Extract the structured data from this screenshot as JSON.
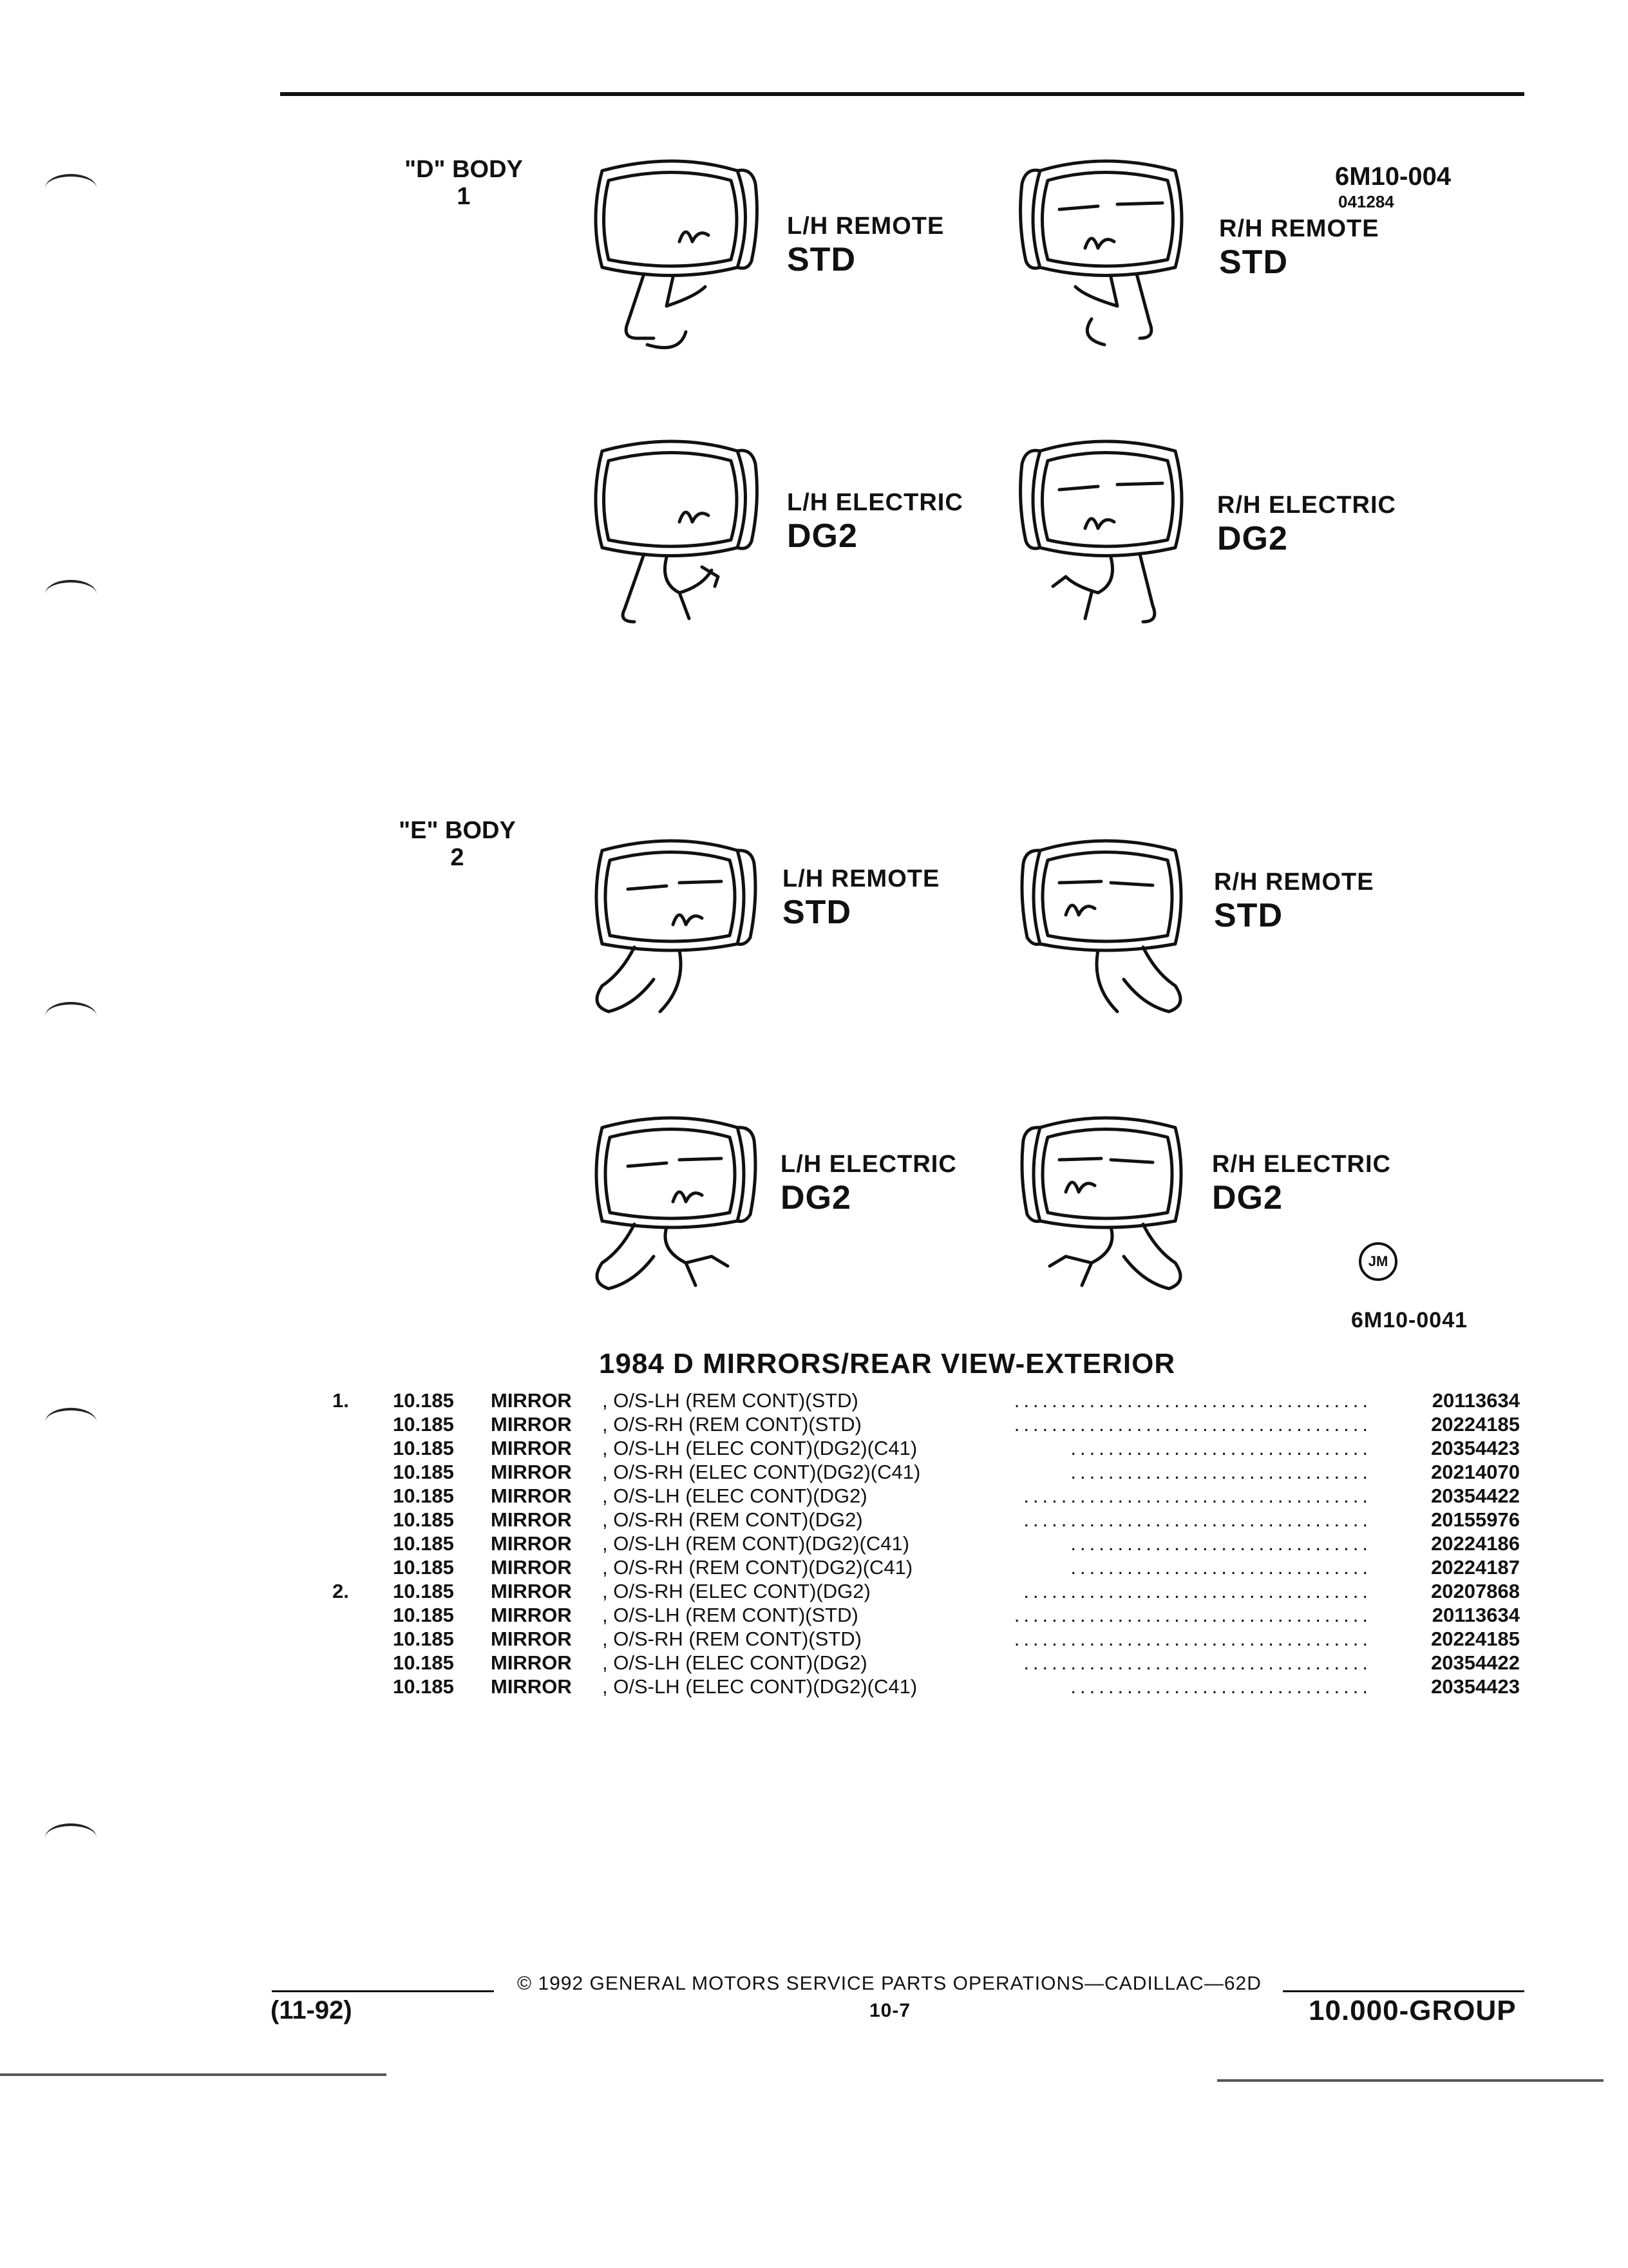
{
  "header": {
    "code_main": "6M10-004",
    "code_sub": "041284"
  },
  "d_body": {
    "label": "\"D\" BODY",
    "number": "1",
    "mirrors": [
      {
        "side": "L/H REMOTE",
        "code": "STD"
      },
      {
        "side": "R/H REMOTE",
        "code": "STD"
      },
      {
        "side": "L/H ELECTRIC",
        "code": "DG2"
      },
      {
        "side": "R/H ELECTRIC",
        "code": "DG2"
      }
    ]
  },
  "e_body": {
    "label": "\"E\" BODY",
    "number": "2",
    "mirrors": [
      {
        "side": "L/H REMOTE",
        "code": "STD"
      },
      {
        "side": "R/H REMOTE",
        "code": "STD"
      },
      {
        "side": "L/H ELECTRIC",
        "code": "DG2"
      },
      {
        "side": "R/H ELECTRIC",
        "code": "DG2"
      }
    ]
  },
  "illustrator_mark": "JM",
  "illustration_code": "6M10-0041",
  "section_title": "1984 D MIRRORS/REAR VIEW-EXTERIOR",
  "parts": [
    {
      "index": "1.",
      "group": "10.185",
      "name": "MIRROR",
      "desc": ", O/S-LH (REM CONT)(STD)",
      "part": "20113634"
    },
    {
      "index": "",
      "group": "10.185",
      "name": "MIRROR",
      "desc": ", O/S-RH (REM CONT)(STD)",
      "part": "20224185"
    },
    {
      "index": "",
      "group": "10.185",
      "name": "MIRROR",
      "desc": ", O/S-LH (ELEC CONT)(DG2)(C41)",
      "part": "20354423"
    },
    {
      "index": "",
      "group": "10.185",
      "name": "MIRROR",
      "desc": ", O/S-RH (ELEC CONT)(DG2)(C41)",
      "part": "20214070"
    },
    {
      "index": "",
      "group": "10.185",
      "name": "MIRROR",
      "desc": ", O/S-LH (ELEC CONT)(DG2)",
      "part": "20354422"
    },
    {
      "index": "",
      "group": "10.185",
      "name": "MIRROR",
      "desc": ", O/S-RH (REM CONT)(DG2)",
      "part": "20155976"
    },
    {
      "index": "",
      "group": "10.185",
      "name": "MIRROR",
      "desc": ", O/S-LH (REM CONT)(DG2)(C41)",
      "part": "20224186"
    },
    {
      "index": "",
      "group": "10.185",
      "name": "MIRROR",
      "desc": ", O/S-RH (REM CONT)(DG2)(C41)",
      "part": "20224187"
    },
    {
      "index": "2.",
      "group": "10.185",
      "name": "MIRROR",
      "desc": ", O/S-RH (ELEC CONT)(DG2)",
      "part": "20207868"
    },
    {
      "index": "",
      "group": "10.185",
      "name": "MIRROR",
      "desc": ", O/S-LH (REM CONT)(STD)",
      "part": "20113634"
    },
    {
      "index": "",
      "group": "10.185",
      "name": "MIRROR",
      "desc": ", O/S-RH (REM CONT)(STD)",
      "part": "20224185"
    },
    {
      "index": "",
      "group": "10.185",
      "name": "MIRROR",
      "desc": ", O/S-LH (ELEC CONT)(DG2)",
      "part": "20354422"
    },
    {
      "index": "",
      "group": "10.185",
      "name": "MIRROR",
      "desc": ", O/S-LH (ELEC CONT)(DG2)(C41)",
      "part": "20354423"
    }
  ],
  "footer": {
    "date": "(11-92)",
    "copyright": "© 1992 GENERAL MOTORS SERVICE PARTS OPERATIONS—CADILLAC—62D",
    "page": "10-7",
    "group": "10.000-GROUP"
  }
}
